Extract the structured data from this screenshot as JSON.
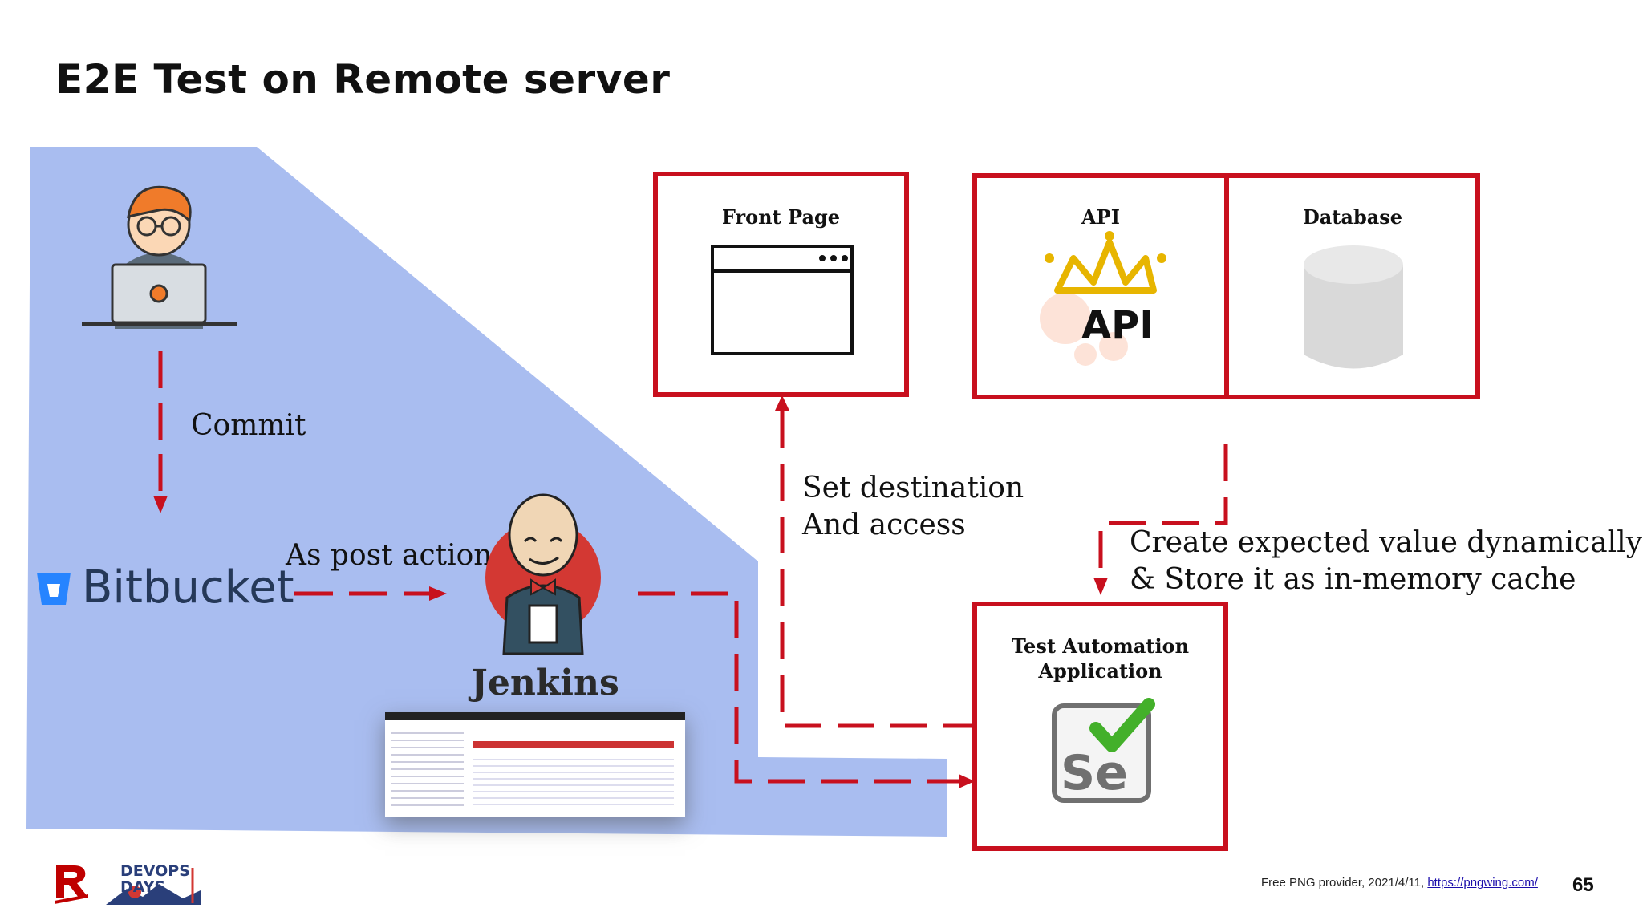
{
  "slide": {
    "title": "E2E Test on Remote server",
    "page_number": "65"
  },
  "labels": {
    "commit": "Commit",
    "post_action": "As post action",
    "set_destination_line1": "Set destination",
    "set_destination_line2": "And access",
    "create_value_line1": "Create expected value dynamically",
    "create_value_line2": "& Store it as in-memory cache"
  },
  "logos": {
    "bitbucket": "Bitbucket",
    "jenkins": "Jenkins",
    "api_badge": "API",
    "selenium": "Se",
    "devops_days": "DEVOPS DAYS"
  },
  "boxes": {
    "front_page": "Front Page",
    "api": "API",
    "database": "Database",
    "test_app_line1": "Test Automation",
    "test_app_line2": "Application"
  },
  "footer": {
    "credit": "Free PNG provider, 2021/4/11, ",
    "link": "https://pngwing.com/"
  },
  "colors": {
    "arrow_red": "#c8101e",
    "region_blue": "#a9bdf0"
  },
  "icons": [
    "developer-laptop-icon",
    "bitbucket-icon",
    "jenkins-butler-icon",
    "browser-window-icon",
    "api-crown-icon",
    "database-cylinder-icon",
    "selenium-check-icon",
    "rakuten-logo-icon",
    "devops-days-logo-icon"
  ]
}
